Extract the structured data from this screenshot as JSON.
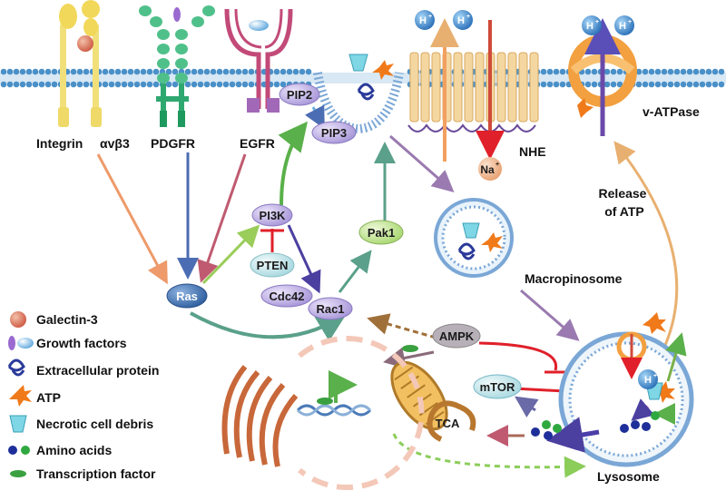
{
  "receptors": {
    "integrin": "Integrin",
    "integrin_sub": "αvβ3",
    "pdgfr": "PDGFR",
    "egfr": "EGFR",
    "nhe": "NHE",
    "vatpase": "v-ATPase"
  },
  "ions": {
    "h": "H",
    "h_sup": "+",
    "na": "Na",
    "na_sup": "+"
  },
  "nodes": {
    "pip2": "PIP2",
    "pip3": "PIP3",
    "pi3k": "PI3K",
    "pten": "PTEN",
    "ras": "Ras",
    "cdc42": "Cdc42",
    "rac1": "Rac1",
    "pak1": "Pak1",
    "ampk": "AMPK",
    "mtor": "mTOR",
    "tca": "TCA"
  },
  "labels": {
    "macropinosome": "Macropinosome",
    "lysosome": "Lysosome",
    "release_line1": "Release",
    "release_line2": "of ATP"
  },
  "legend": [
    {
      "key": "galectin",
      "label": "Galectin-3",
      "icon": "red-sphere"
    },
    {
      "key": "growth",
      "label": "Growth factors",
      "icon": "purple-blue-ovals"
    },
    {
      "key": "protein",
      "label": "Extracellular  protein",
      "icon": "tangled-protein"
    },
    {
      "key": "atp",
      "label": "ATP",
      "icon": "orange-burst"
    },
    {
      "key": "debris",
      "label": "Necrotic cell debris",
      "icon": "cyan-cup"
    },
    {
      "key": "amino",
      "label": "Amino acids",
      "icon": "blue-green-dots"
    },
    {
      "key": "tf",
      "label": "Transcription factor",
      "icon": "green-oval"
    }
  ],
  "colors": {
    "membrane": "#4a90c8",
    "node_purple": "#b7a6dd",
    "node_blue": "#3f6fa8",
    "node_green": "#b5dd7c",
    "atp": "#f07a1a",
    "inhibit": "#e0202a",
    "protein": "#2a3a9a"
  }
}
